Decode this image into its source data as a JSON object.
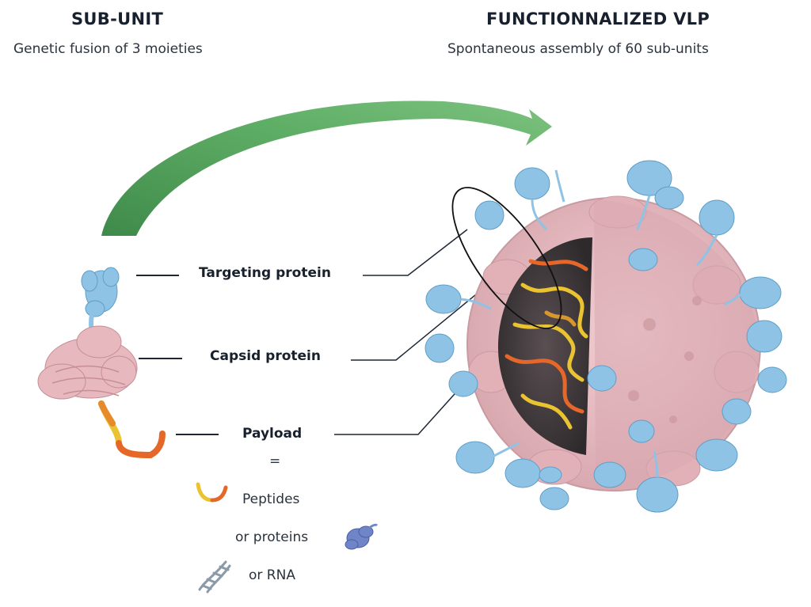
{
  "left_section": {
    "title": "SUB-UNIT",
    "subtitle": "Genetic fusion of 3 moieties"
  },
  "right_section": {
    "title": "FUNCTIONNALIZED VLP",
    "subtitle": "Spontaneous assembly of 60 sub-units"
  },
  "labels": {
    "targeting": "Targeting protein",
    "capsid": "Capsid protein",
    "payload": "Payload",
    "equals": "="
  },
  "payload_options": {
    "peptides": "Peptides",
    "proteins": "or proteins",
    "rna": "or RNA"
  },
  "colors": {
    "targeting": "#8ec3e6",
    "capsid": "#e8b8bf",
    "payload_yellow": "#e9c331",
    "payload_orange": "#e6672a",
    "arrow": "#5aa562",
    "dark_protein": "#6f85c8"
  }
}
